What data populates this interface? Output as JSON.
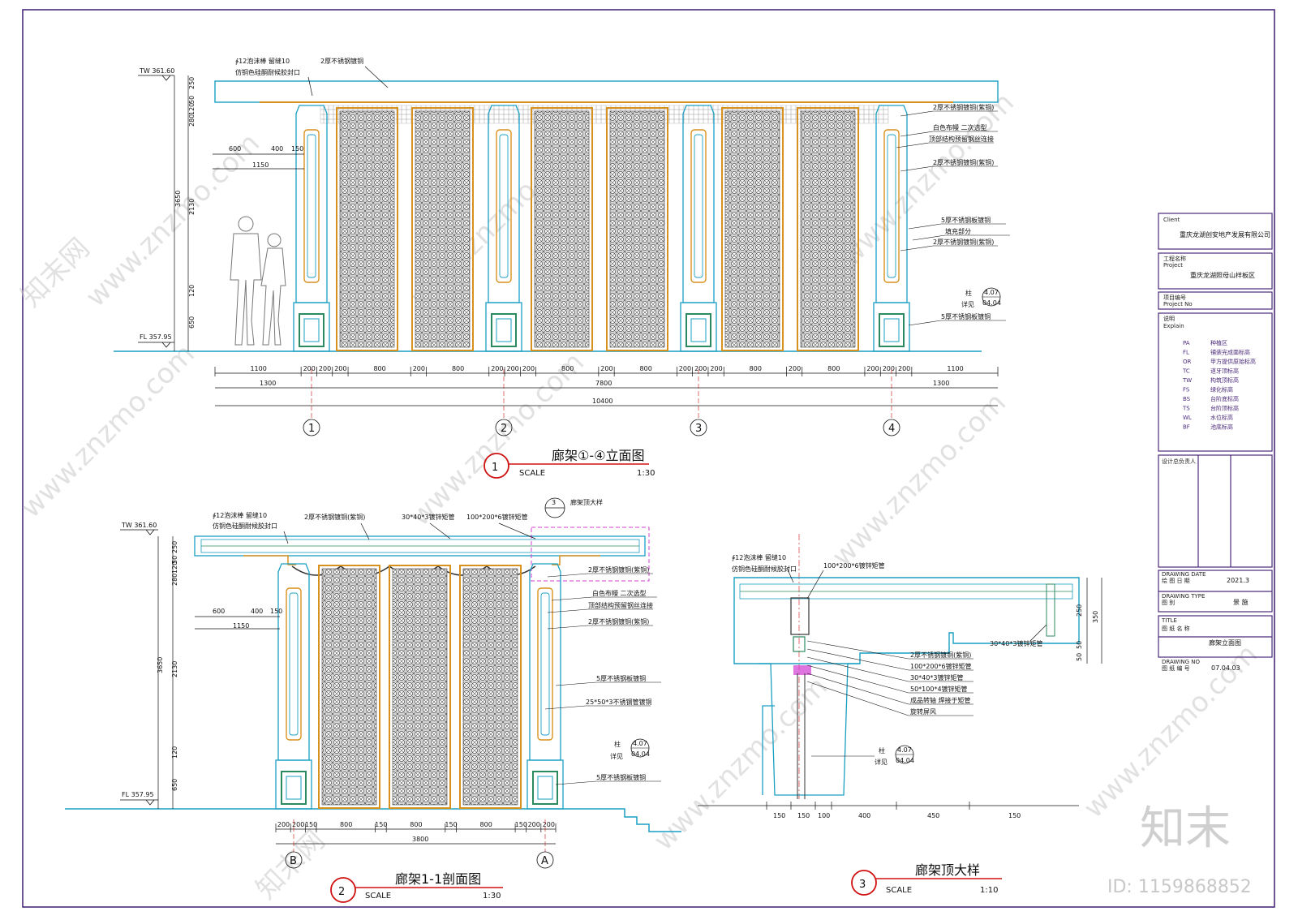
{
  "elev": {
    "tw": "TW 361.60",
    "fl": "FL 357.95",
    "title_num": "1",
    "title": "廊架①-④立面图",
    "scale_label": "SCALE",
    "scale": "1:30",
    "notes": {
      "seal": "∲12泡沫棒  留缝10",
      "seal2": "仿铜色硅酮耐候胶封口",
      "steel_top": "2厚不锈钢镀铜",
      "steel_r1": "2厚不锈钢镀铜(紫铜)",
      "cloth": "白色布幔  二次选型",
      "cloth2": "顶部结构预留钢丝连接",
      "steel_r2": "2厚不锈钢镀铜(紫铜)",
      "plate": "5厚不锈钢板镀铜",
      "fill": "填充部分",
      "steel_r3": "2厚不锈钢镀铜(紫铜)",
      "col": "柱",
      "col_ref": "详见",
      "ref_top": "4.07",
      "ref_bot": "04.04",
      "plate2": "5厚不锈钢板镀铜"
    },
    "vdims": [
      "250",
      "50",
      "120",
      "280",
      "3650",
      "2130",
      "120",
      "650"
    ],
    "hdims_small": [
      "600",
      "400",
      "150"
    ],
    "hdim_1150": "1150",
    "dims_row1": [
      "1100",
      "200",
      "200",
      "200",
      "800",
      "200",
      "800",
      "200",
      "200",
      "200",
      "800",
      "200",
      "800",
      "200",
      "200",
      "200",
      "800",
      "200",
      "800",
      "200",
      "200",
      "200",
      "1100"
    ],
    "dims_row2": [
      "1300",
      "7800",
      "1300"
    ],
    "dims_total": "10400",
    "grids": [
      "1",
      "2",
      "3",
      "4"
    ]
  },
  "sect": {
    "tw": "TW 361.60",
    "fl": "FL 357.95",
    "title_num": "2",
    "title": "廊架1-1剖面图",
    "scale_label": "SCALE",
    "scale": "1:30",
    "notes": {
      "seal": "∲12泡沫棒  留缝10",
      "seal2": "仿铜色硅酮耐候胶封口",
      "steel_top": "2厚不锈钢镀铜(紫铜)",
      "tube1": "30*40*3镀锌矩管",
      "tube2": "100*200*6镀锌矩管",
      "detail_title": "廊架顶大样",
      "detail_num": "3",
      "steel_r1": "2厚不锈钢镀铜(紫铜)",
      "cloth": "白色布幔  二次选型",
      "cloth2": "顶部结构预留钢丝连接",
      "steel_r2": "2厚不锈钢镀铜(紫铜)",
      "plate": "5厚不锈钢板镀铜",
      "tube3": "25*50*3不锈钢管镀铜",
      "col": "柱",
      "col_ref": "详见",
      "ref_top": "4.07",
      "ref_bot": "04.04",
      "plate2": "5厚不锈钢板镀铜"
    },
    "vdims": [
      "250",
      "50",
      "120",
      "280",
      "3650",
      "2130",
      "120",
      "650"
    ],
    "hdims_small": [
      "600",
      "400",
      "150"
    ],
    "hdim_1150": "1150",
    "dims_row1": [
      "200",
      "200",
      "150",
      "800",
      "150",
      "800",
      "150",
      "800",
      "150",
      "200",
      "200"
    ],
    "dims_total": "3800",
    "grids": [
      "B",
      "A"
    ]
  },
  "detail": {
    "title_num": "3",
    "title": "廊架顶大样",
    "scale_label": "SCALE",
    "scale": "1:10",
    "notes": {
      "seal": "∲12泡沫棒  留缝10",
      "seal2": "仿铜色硅酮耐候胶封口",
      "tube_top": "100*200*6镀锌矩管",
      "tube_right": "30*40*3镀锌矩管",
      "l1": "2厚不锈钢镀铜(紫铜)",
      "l2": "100*200*6镀锌矩管",
      "l3": "30*40*3镀锌矩管",
      "l4": "50*100*4镀锌矩管",
      "l5": "成品转轴  焊接于矩管",
      "l6": "旋转屏风",
      "col": "柱",
      "col_ref": "详见",
      "ref_top": "4.07",
      "ref_bot": "04.04"
    },
    "vdims": [
      "250",
      "50",
      "50",
      "350"
    ],
    "hdims": [
      "150",
      "150",
      "100",
      "400",
      "450",
      "150"
    ]
  },
  "title_block": {
    "client_label": "Client",
    "client": "重庆龙湖创安地产发展有限公司",
    "project_label1": "工程名称",
    "project_label2": "Project",
    "project": "重庆龙湖照母山样板区",
    "projno_label1": "项目编号",
    "projno_label2": "Project No",
    "explain_label1": "说明",
    "explain_label2": "Explain",
    "legend": [
      {
        "code": "PA",
        "desc": "种植区"
      },
      {
        "code": "FL",
        "desc": "铺装完成面标高"
      },
      {
        "code": "OR",
        "desc": "甲方提供原始标高"
      },
      {
        "code": "TC",
        "desc": "道牙顶标高"
      },
      {
        "code": "TW",
        "desc": "构筑顶标高"
      },
      {
        "code": "FS",
        "desc": "绿化标高"
      },
      {
        "code": "BS",
        "desc": "台阶底标高"
      },
      {
        "code": "TS",
        "desc": "台阶顶标高"
      },
      {
        "code": "WL",
        "desc": "水位标高"
      },
      {
        "code": "BF",
        "desc": "池底标高"
      }
    ],
    "designer_label": "设计总负责人",
    "date_label1": "DRAWING  DATE",
    "date_label2": "绘 图 日 期",
    "date": "2021.3",
    "type_label1": "DRAWING  TYPE",
    "type_label2": "图      别",
    "type": "景  施",
    "title_label1": "TITLE",
    "title_label2": "图 纸 名 称",
    "title": "廊架立面图",
    "no_label1": "DRAWING    NO",
    "no_label2": "图 纸 编 号",
    "no": "07.04.03"
  },
  "watermark": {
    "site": "www.znzmo.com",
    "brand": "知末网",
    "logo": "知末",
    "id": "ID: 1159868852"
  },
  "colors": {
    "cyan": "#1a9fc2",
    "orange": "#d9911e",
    "frame": "#4a2a7a",
    "red": "#d01010",
    "magenta": "#d23cd2"
  }
}
